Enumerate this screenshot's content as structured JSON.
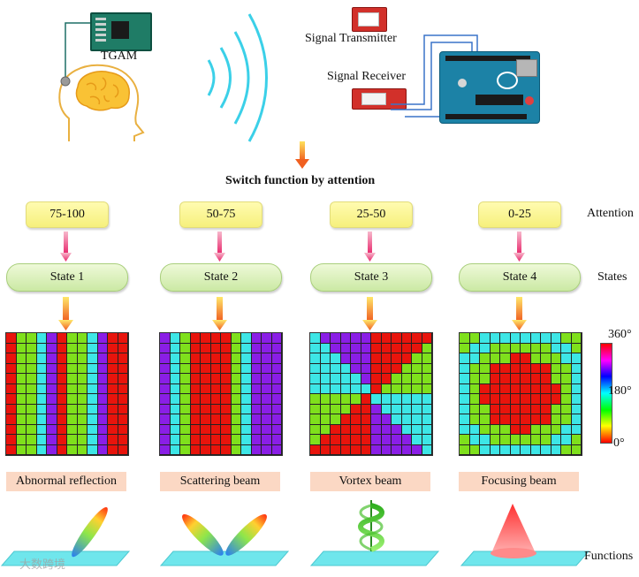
{
  "top": {
    "tgam_label": "TGAM",
    "transmitter_label": "Signal Transmitter",
    "receiver_label": "Signal Receiver",
    "switch_label": "Switch function by attention"
  },
  "row_labels": {
    "attention": "Attention",
    "states": "States",
    "functions": "Functions"
  },
  "attention": [
    "75-100",
    "50-75",
    "25-50",
    "0-25"
  ],
  "states": [
    "State 1",
    "State 2",
    "State 3",
    "State 4"
  ],
  "functions": [
    "Abnormal reflection",
    "Scattering beam",
    "Vortex beam",
    "Focusing beam"
  ],
  "colorbar": {
    "max": "360°",
    "mid": "180°",
    "min": "0°"
  },
  "colors": {
    "red": "#e8140c",
    "green": "#7fe01c",
    "cyan": "#3de6e6",
    "purple": "#8a1ee6"
  },
  "patterns": {
    "abnormal_reflection_columns": [
      "red",
      "green",
      "green",
      "cyan",
      "purple",
      "red",
      "green",
      "green",
      "cyan",
      "purple",
      "red",
      "red"
    ],
    "scattering_beam_columns": [
      "purple",
      "cyan",
      "green",
      "red",
      "red",
      "red",
      "red",
      "green",
      "cyan",
      "purple",
      "purple",
      "purple"
    ]
  },
  "watermark": "大数跨境"
}
